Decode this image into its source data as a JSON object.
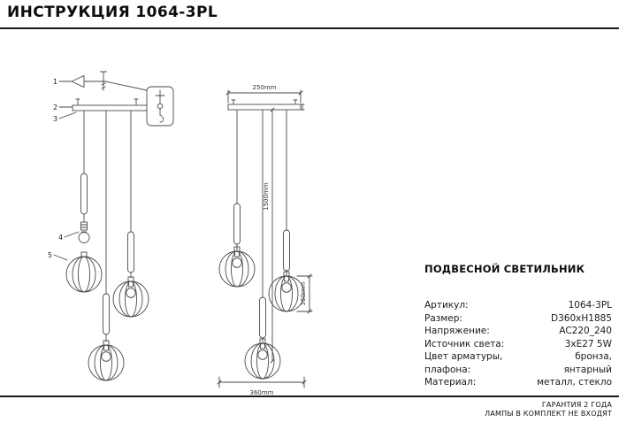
{
  "title": "ИНСТРУКЦИЯ 1064-3PL",
  "drawing": {
    "callouts": [
      "1",
      "2",
      "3",
      "4",
      "5"
    ],
    "dimensions": {
      "canopy_width": "250mm",
      "height": "1500mm",
      "shade_diameter": "360mm",
      "overall_width": "360mm"
    }
  },
  "product": {
    "heading": "ПОДВЕСНОЙ СВЕТИЛЬНИК",
    "specs": [
      {
        "label": "Артикул:",
        "value": "1064-3PL"
      },
      {
        "label": "Размер:",
        "value": "D360xH1885"
      },
      {
        "label": "Напряжение:",
        "value": "AC220_240"
      },
      {
        "label": "Источник света:",
        "value": "3xE27 5W"
      },
      {
        "label": "Цвет арматуры, плафона:",
        "value": "бронза, янтарный"
      },
      {
        "label": "Материал:",
        "value": "металл, стекло"
      }
    ]
  },
  "footer": {
    "line1": "ГАРАНТИЯ 2 ГОДА",
    "line2": "ЛАМПЫ В КОМПЛЕКТ НЕ ВХОДЯТ"
  }
}
